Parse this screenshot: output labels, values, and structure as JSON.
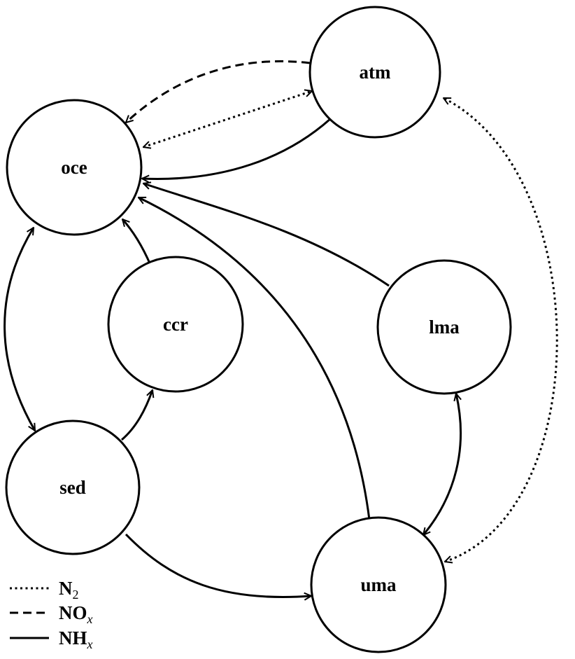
{
  "nodes": {
    "atm": "atm",
    "oce": "oce",
    "ccr": "ccr",
    "lma": "lma",
    "sed": "sed",
    "uma": "uma"
  },
  "legend": [
    {
      "main": "N",
      "sub": "2",
      "style": "dotted"
    },
    {
      "main": "NO",
      "sub": "x",
      "style": "dashed"
    },
    {
      "main": "NH",
      "sub": "x",
      "style": "solid"
    }
  ],
  "colors": {
    "stroke": "#000000",
    "background": "#ffffff"
  }
}
